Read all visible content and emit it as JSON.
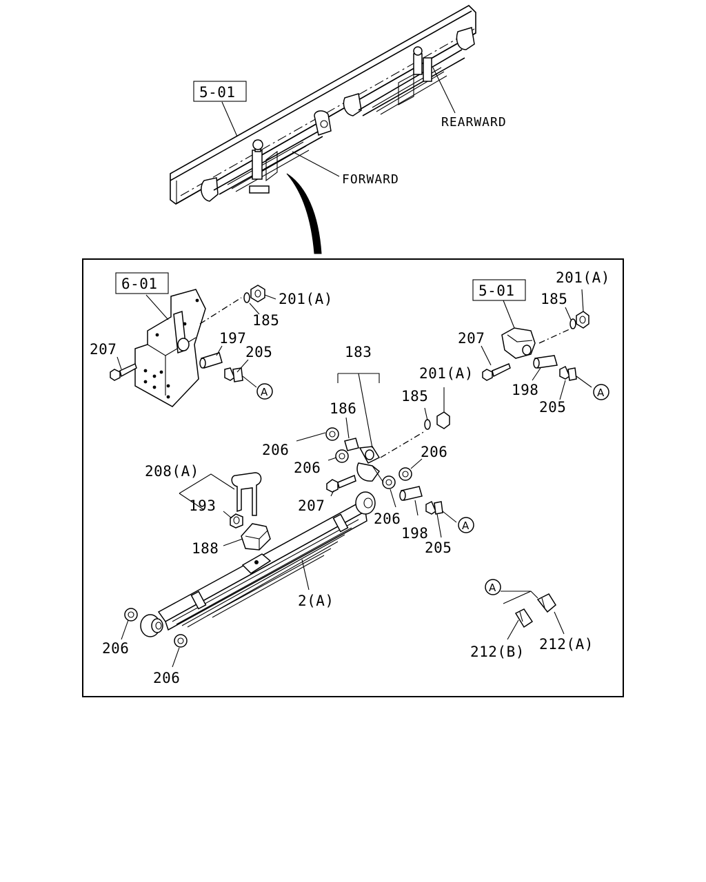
{
  "refs": {
    "top_frame": "5-01",
    "bracket_front": "6-01",
    "bracket_rear": "5-01"
  },
  "directions": {
    "rear": "REARWARD",
    "front": "FORWARD"
  },
  "circle_marker": "A",
  "callouts": {
    "c201_front": "201(A)",
    "c185_front": "185",
    "c207_front": "207",
    "c197": "197",
    "c205_front": "205",
    "c183": "183",
    "c186": "186",
    "c201_mid": "201(A)",
    "c185_mid": "185",
    "c206_a": "206",
    "c206_b": "206",
    "c206_c": "206",
    "c206_d": "206",
    "c207_mid": "207",
    "c198_mid": "198",
    "c205_mid": "205",
    "c208": "208(A)",
    "c193": "193",
    "c188": "188",
    "c2": "2(A)",
    "c206_e": "206",
    "c206_f": "206",
    "c201_rear": "201(A)",
    "c185_rear": "185",
    "c207_rear": "207",
    "c198_rear": "198",
    "c205_rear": "205",
    "c212b": "212(B)",
    "c212a": "212(A)"
  }
}
